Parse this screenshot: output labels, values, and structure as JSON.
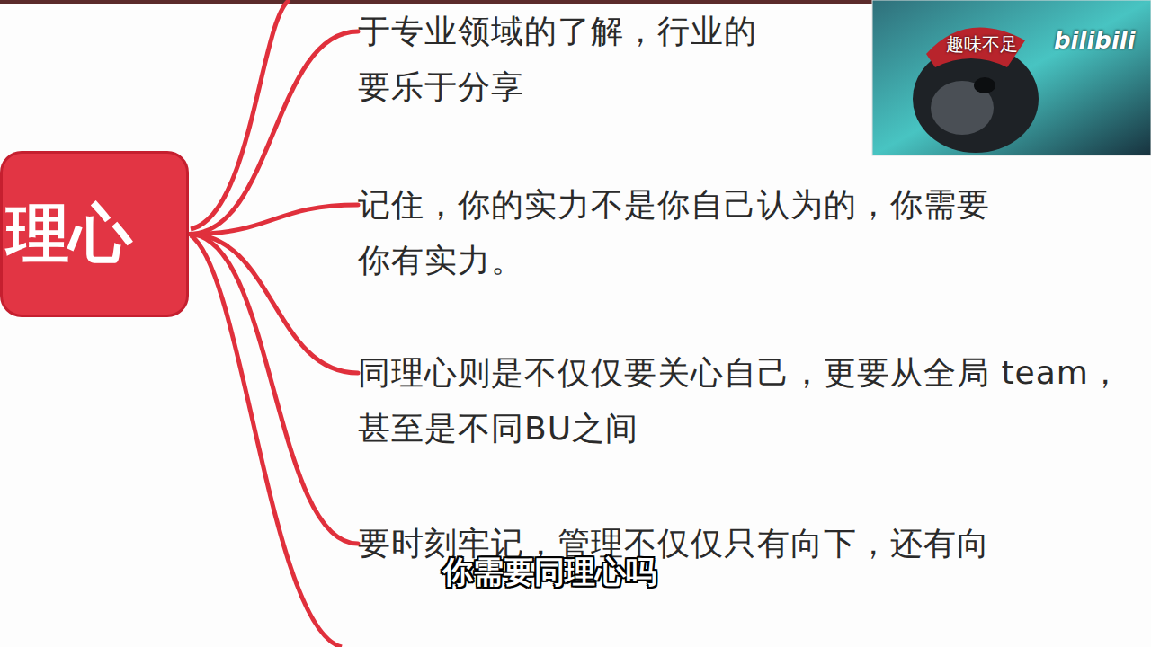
{
  "diagram": {
    "nodes": [
      {
        "text": [
          "理心"
        ]
      },
      {
        "text": [
          "于专业领域的了解，行业的 要乐于分享"
        ]
      },
      {
        "text": [
          "记住，你的实力不是你自己认为的，你需要 你有实力。"
        ]
      },
      {
        "text": [
          "同理心则是不仅仅要关心自己，更要从全局 team，甚至是不同BU之间"
        ]
      },
      {
        "text": [
          "要时刻牢记，管理不仅仅只有向下，还有向"
        ]
      }
    ],
    "edges": [
      {
        "from": 0,
        "to": 1,
        "arrow": "none"
      },
      {
        "from": 0,
        "to": 2,
        "arrow": "none"
      },
      {
        "from": 0,
        "to": 3,
        "arrow": "none"
      },
      {
        "from": 0,
        "to": 4,
        "arrow": "none"
      }
    ],
    "labels": [
      "你需要同理心吗",
      "趣味不足",
      "bilibili"
    ]
  }
}
